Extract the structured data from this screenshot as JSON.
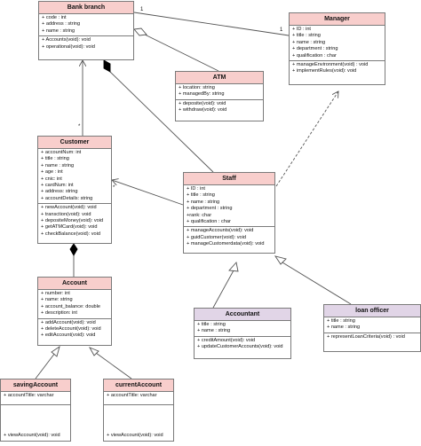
{
  "classes": {
    "bank_branch": {
      "name": "Bank branch",
      "attributes": [
        "+ code : int",
        "+ address : string",
        "+ name : string"
      ],
      "methods": [
        "+ Accounts(void): void",
        "+ operational(void): void"
      ]
    },
    "manager": {
      "name": "Manager",
      "attributes": [
        "+ ID : int",
        "+ title : string",
        "+ name : string",
        "+ department : string",
        "+ qualification : char"
      ],
      "methods": [
        "+ manageEnvironment(void) : void",
        "+ implementRules(void): void"
      ]
    },
    "atm": {
      "name": "ATM",
      "attributes": [
        "+ location: string",
        "+ managedBy: string"
      ],
      "methods": [
        "+ deposite(void): void",
        "+ withdraw(void): void"
      ]
    },
    "customer": {
      "name": "Customer",
      "attributes": [
        "+ accountNum: int",
        "+ title : string",
        "+ name : string",
        "+ age : int",
        "+ cnic: int",
        "+ cardNum: int",
        "+ address: string",
        "+ accountDetails: string"
      ],
      "methods": [
        "+ newAccount(void): void",
        "+ transction(void): void",
        "+ depositeMoney(void): void",
        "+ getATMCard(void): void",
        "+ checkBalance(void): void"
      ]
    },
    "staff": {
      "name": "Staff",
      "attributes": [
        "+ ID : int",
        "+ title : string",
        "+ name : string",
        "+ department : string",
        "+rank: char",
        "+ qualification : char"
      ],
      "methods": [
        "+ manageAccounts(void): void",
        "+ guidCustomer(void): void",
        "+ manageCustomerdata(void): void"
      ]
    },
    "account": {
      "name": "Account",
      "attributes": [
        "+ number: int",
        "+ name: string",
        "+ account_balance: double",
        "+ description: int"
      ],
      "methods": [
        "+ addAccount(void): void",
        "+ deleteAccount(void): void",
        "+ editAccount(void): void"
      ]
    },
    "accountant": {
      "name": "Accountant",
      "attributes": [
        "+ title : string",
        "+ name : string"
      ],
      "methods": [
        "+ creditAmount(void): void",
        "+ updateCustomerAccounts(void): void"
      ]
    },
    "loan_officer": {
      "name": "loan officer",
      "attributes": [
        "+ title : string",
        "+ name : string"
      ],
      "methods": [
        "+ representLoanCriteria(void) : void"
      ]
    },
    "saving_account": {
      "name": "savingAccount",
      "attributes": [
        "+ accountTitle: varchar"
      ],
      "methods": [
        "+ viewAccount(void): void"
      ]
    },
    "current_account": {
      "name": "currentAccount",
      "attributes": [
        "+ accountTitle: varchar"
      ],
      "methods": [
        "+ viewAccount(void): void"
      ]
    }
  },
  "multiplicities": {
    "bank_manager_near_bank": "1",
    "bank_manager_near_manager": "1",
    "bank_customer_near_customer": "*",
    "customer_staff_near_customer": "*"
  },
  "colors": {
    "header_pink": "#f8cecc",
    "header_purple": "#e1d5e7",
    "border": "#7a7a7a",
    "line": "#555555"
  }
}
